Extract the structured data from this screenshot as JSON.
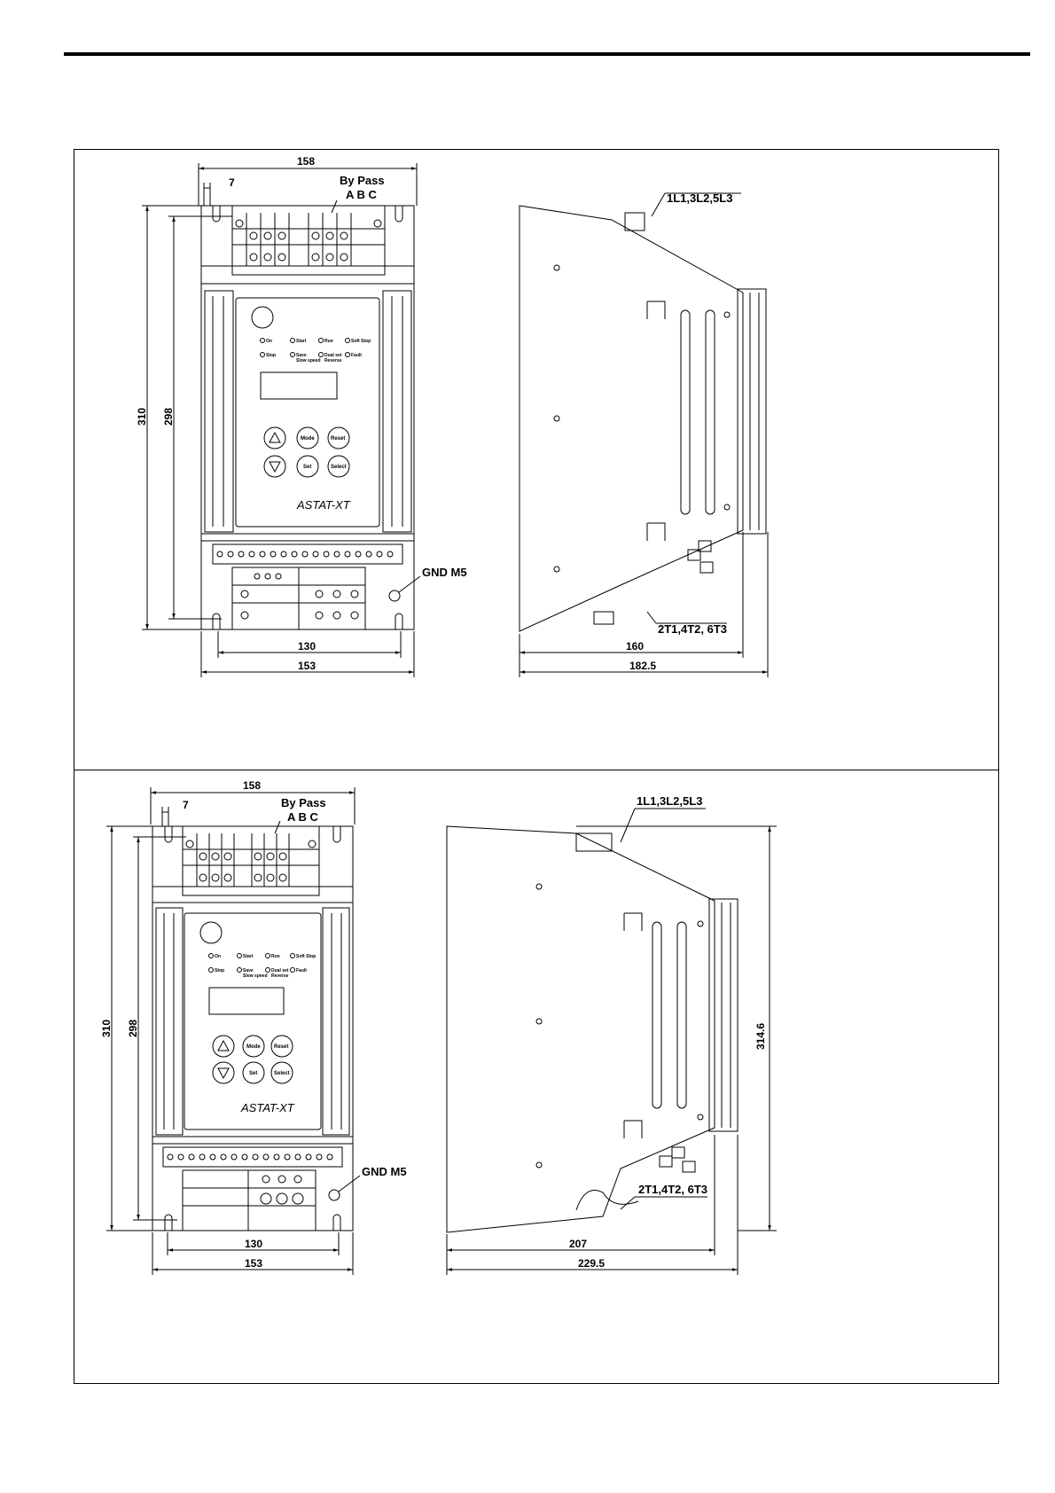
{
  "views": [
    {
      "front": {
        "width_top": "158",
        "clearance": "7",
        "bypass_label": "By Pass",
        "bypass_phases": "A B C",
        "height_outer": "310",
        "height_inner": "298",
        "mount_width": "130",
        "base_width": "153",
        "gnd_label": "GND M5",
        "brand": "ASTAT-XT",
        "leds_row1": [
          "On",
          "Start",
          "Run",
          "Soft Stop"
        ],
        "leds_row2": [
          "Stop",
          "Save",
          "Dual set",
          "Fault"
        ],
        "leds_row2_sub": [
          "",
          "Slow speed",
          "Reverse",
          ""
        ],
        "buttons_row1": [
          "Mode",
          "Reset"
        ],
        "buttons_row2": [
          "Set",
          "Select"
        ]
      },
      "side": {
        "line_terminals": "1L1,3L2,5L3",
        "load_terminals": "2T1,4T2, 6T3",
        "depth_inner": "160",
        "depth_outer": "182.5"
      }
    },
    {
      "front": {
        "width_top": "158",
        "clearance": "7",
        "bypass_label": "By Pass",
        "bypass_phases": "A B C",
        "height_outer": "310",
        "height_inner": "298",
        "mount_width": "130",
        "base_width": "153",
        "gnd_label": "GND M5",
        "brand": "ASTAT-XT",
        "leds_row1": [
          "On",
          "Start",
          "Run",
          "Soft Stop"
        ],
        "leds_row2": [
          "Stop",
          "Save",
          "Dual set",
          "Fault"
        ],
        "leds_row2_sub": [
          "",
          "Slow speed",
          "Reverse",
          ""
        ],
        "buttons_row1": [
          "Mode",
          "Reset"
        ],
        "buttons_row2": [
          "Set",
          "Select"
        ]
      },
      "side": {
        "line_terminals": "1L1,3L2,5L3",
        "load_terminals": "2T1,4T2, 6T3",
        "depth_inner": "207",
        "depth_outer": "229.5",
        "height_side": "314.6"
      }
    }
  ]
}
